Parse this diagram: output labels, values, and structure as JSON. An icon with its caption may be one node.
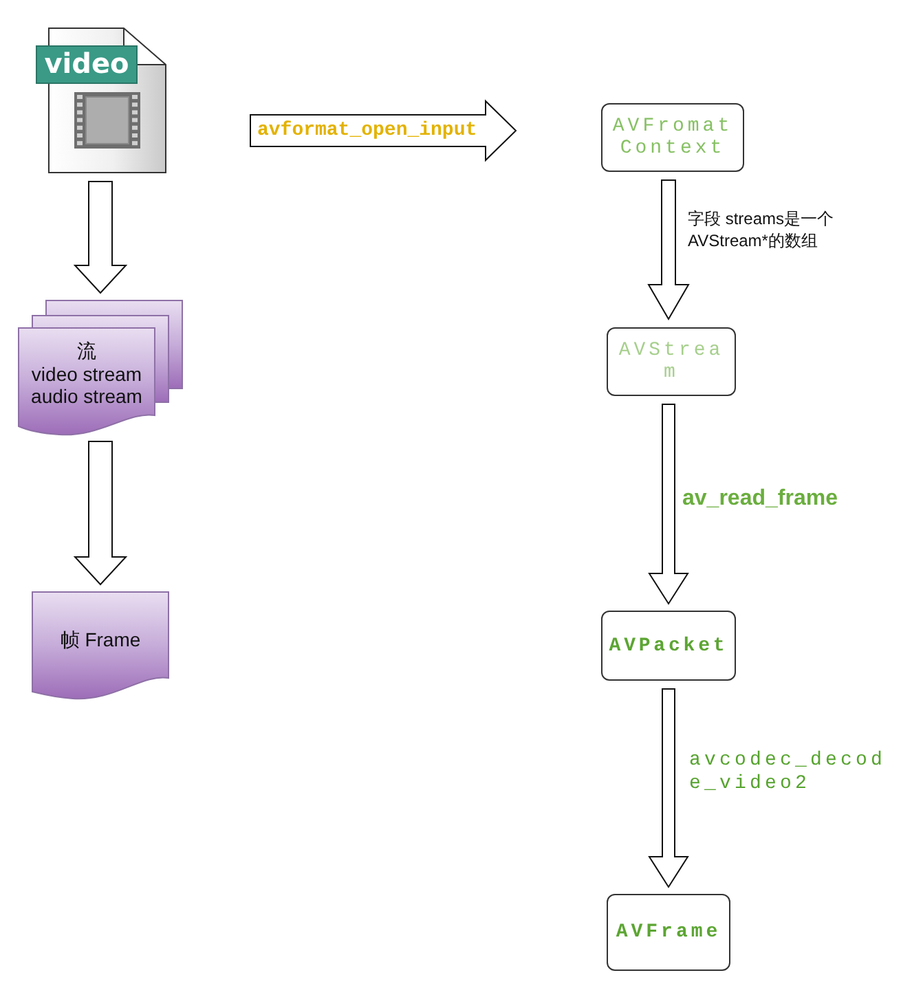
{
  "diagram": {
    "nodes": [
      {
        "text": [
          "video"
        ]
      },
      {
        "text": [
          "流",
          "video stream audio stream"
        ]
      },
      {
        "text": [
          "帧 Frame"
        ]
      },
      {
        "text": [
          "AVFromat Context"
        ]
      },
      {
        "text": [
          "AVStream"
        ]
      },
      {
        "text": [
          "AVPacket"
        ]
      },
      {
        "text": [
          "AVFrame"
        ]
      }
    ],
    "edges": [
      {
        "from": 0,
        "to": 1,
        "arrow": "to"
      },
      {
        "from": 1,
        "to": 2,
        "arrow": "to"
      },
      {
        "from": 0,
        "to": 3,
        "arrow": "to",
        "label": "avformat_open_input"
      },
      {
        "from": 3,
        "to": 4,
        "arrow": "to",
        "label": "字段 streams是一个AVStream*的数组"
      },
      {
        "from": 4,
        "to": 5,
        "arrow": "to",
        "label": "av_read_frame"
      },
      {
        "from": 5,
        "to": 6,
        "arrow": "to",
        "label": "avcodec_decode_video2"
      }
    ]
  }
}
